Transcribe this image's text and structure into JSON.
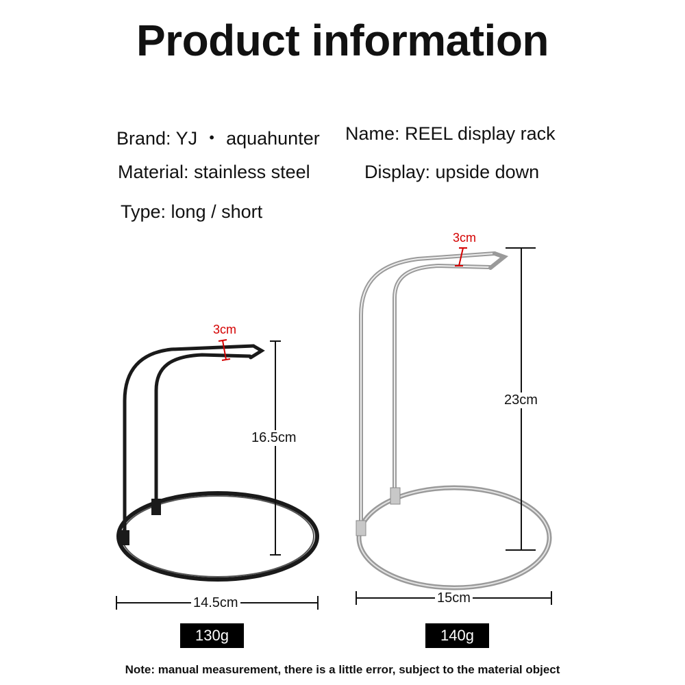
{
  "title": "Product information",
  "specs": {
    "brand": "Brand: YJ ・ aquahunter",
    "name": "Name: REEL display rack",
    "material": "Material: stainless steel",
    "display": "Display: upside down",
    "type": "Type: long / short"
  },
  "short_rack": {
    "top_width": "3cm",
    "height": "16.5cm",
    "width": "14.5cm",
    "weight": "130g",
    "color": "#1a1a1a"
  },
  "long_rack": {
    "top_width": "3cm",
    "height": "23cm",
    "width": "15cm",
    "weight": "140g",
    "color": "#a9a9a9"
  },
  "note": "Note: manual measurement, there is a little error, subject to the material object",
  "accent_color": "#d40000"
}
